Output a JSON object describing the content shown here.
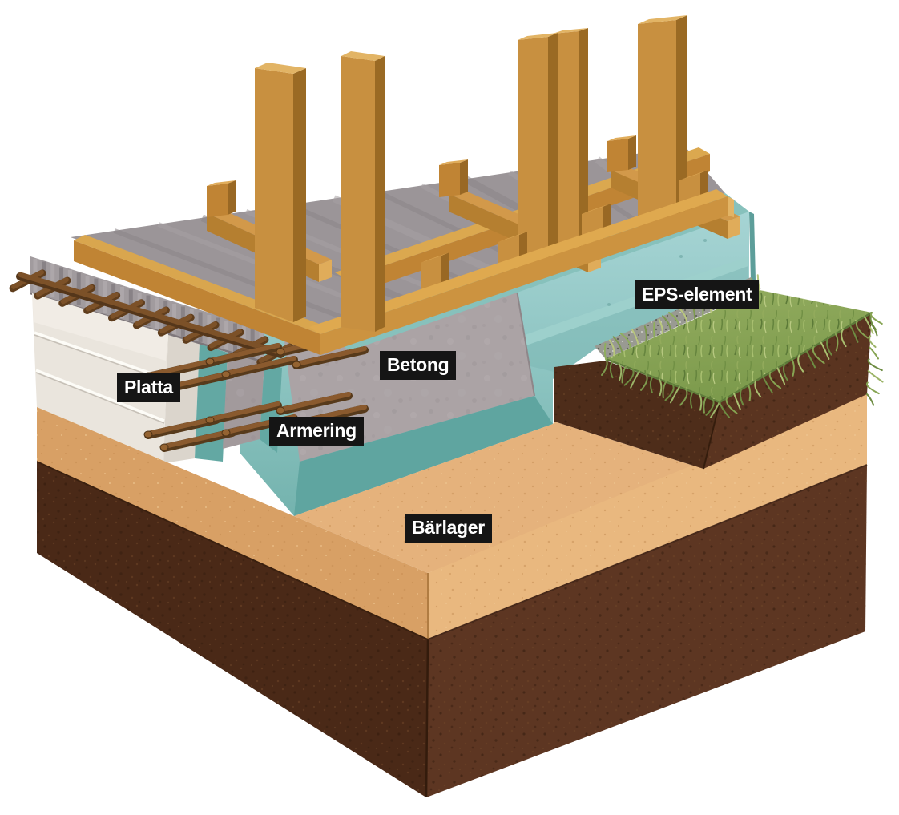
{
  "illustration": {
    "type": "foundation-cutaway-diagram",
    "labels": {
      "platta": "Platta",
      "armering": "Armering",
      "betong": "Betong",
      "eps_element": "EPS-element",
      "barlager": "Bärlager"
    },
    "label_style": {
      "background": "#151515",
      "text": "#ffffff"
    },
    "materials": [
      {
        "name": "wood-studs",
        "color": "#c89040"
      },
      {
        "name": "concrete-slab",
        "color": "#9b9598"
      },
      {
        "name": "concrete-wall",
        "color": "#aba3a5"
      },
      {
        "name": "eps-foam-blue",
        "color": "#7db9b6"
      },
      {
        "name": "eps-foam-white",
        "color": "#eae5dd"
      },
      {
        "name": "rebar",
        "color": "#7b5127"
      },
      {
        "name": "sand-bearing-layer",
        "color": "#e5b27c"
      },
      {
        "name": "soil",
        "color": "#4a2917"
      },
      {
        "name": "grass",
        "color": "#8aa65a"
      }
    ]
  }
}
